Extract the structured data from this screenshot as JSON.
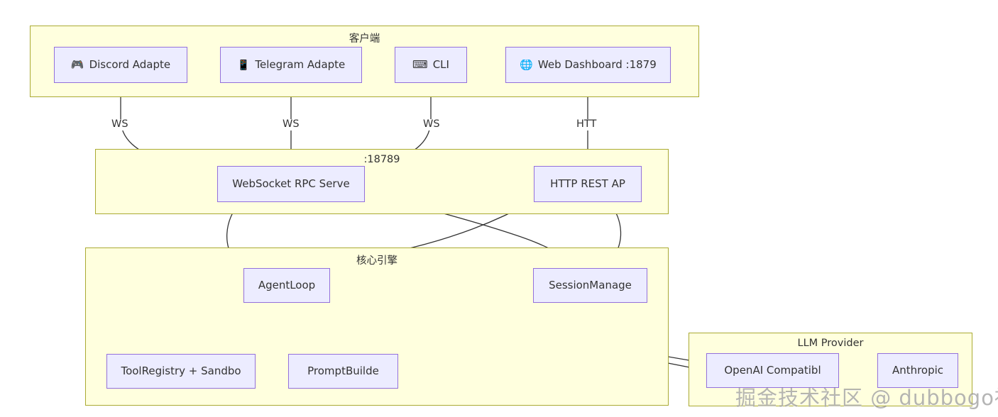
{
  "diagram": {
    "type": "flowchart",
    "watermark": "掘金技术社区 @ dubbogo社区",
    "colors": {
      "subgraph_fill": "#ffffde",
      "subgraph_border": "#aaaa33",
      "node_fill": "#ececff",
      "node_border": "#9370db",
      "edge_stroke": "#333333",
      "text": "#333333",
      "background": "#ffffff"
    }
  },
  "subgraphs": [
    {
      "id": "clients",
      "title": "客户端"
    },
    {
      "id": "gateway",
      "title": ":18789"
    },
    {
      "id": "core",
      "title": "核心引擎"
    },
    {
      "id": "llm",
      "title": "LLM Provider"
    }
  ],
  "nodes": [
    {
      "id": "discord",
      "icon": "🎮",
      "icon_name": "gamepad-icon",
      "label": "Discord Adapte"
    },
    {
      "id": "telegram",
      "icon": "📱",
      "icon_name": "mobile-phone-icon",
      "label": "Telegram Adapte"
    },
    {
      "id": "cli",
      "icon": "⌨",
      "icon_name": "keyboard-icon",
      "label": "CLI"
    },
    {
      "id": "web",
      "icon": "🌐",
      "icon_name": "globe-icon",
      "label": "Web Dashboard :1879"
    },
    {
      "id": "wsrpc",
      "icon": "",
      "icon_name": "",
      "label": "WebSocket RPC Serve"
    },
    {
      "id": "httpapi",
      "icon": "",
      "icon_name": "",
      "label": "HTTP REST AP"
    },
    {
      "id": "agentloop",
      "icon": "",
      "icon_name": "",
      "label": "AgentLoop"
    },
    {
      "id": "session",
      "icon": "",
      "icon_name": "",
      "label": "SessionManage"
    },
    {
      "id": "tools",
      "icon": "",
      "icon_name": "",
      "label": "ToolRegistry + Sandbo"
    },
    {
      "id": "prompt",
      "icon": "",
      "icon_name": "",
      "label": "PromptBuilde"
    },
    {
      "id": "openai",
      "icon": "",
      "icon_name": "",
      "label": "OpenAI Compatibl"
    },
    {
      "id": "anthropic",
      "icon": "",
      "icon_name": "",
      "label": "Anthropic"
    }
  ],
  "edge_labels": [
    {
      "id": "ws1",
      "text": "WS"
    },
    {
      "id": "ws2",
      "text": "WS"
    },
    {
      "id": "ws3",
      "text": "WS"
    },
    {
      "id": "http",
      "text": "HTT"
    }
  ],
  "edges": [
    {
      "from": "discord",
      "to": "wsrpc",
      "label": "WS"
    },
    {
      "from": "telegram",
      "to": "wsrpc",
      "label": "WS"
    },
    {
      "from": "cli",
      "to": "wsrpc",
      "label": "WS"
    },
    {
      "from": "web",
      "to": "httpapi",
      "label": "HTT"
    },
    {
      "from": "wsrpc",
      "to": "agentloop",
      "label": ""
    },
    {
      "from": "wsrpc",
      "to": "session",
      "label": ""
    },
    {
      "from": "httpapi",
      "to": "agentloop",
      "label": ""
    },
    {
      "from": "httpapi",
      "to": "session",
      "label": ""
    },
    {
      "from": "agentloop",
      "to": "tools",
      "label": ""
    },
    {
      "from": "agentloop",
      "to": "prompt",
      "label": ""
    },
    {
      "from": "agentloop",
      "to": "openai",
      "label": ""
    },
    {
      "from": "agentloop",
      "to": "anthropic",
      "label": ""
    },
    {
      "from": "openai",
      "to": "anthropic",
      "label": ""
    }
  ]
}
